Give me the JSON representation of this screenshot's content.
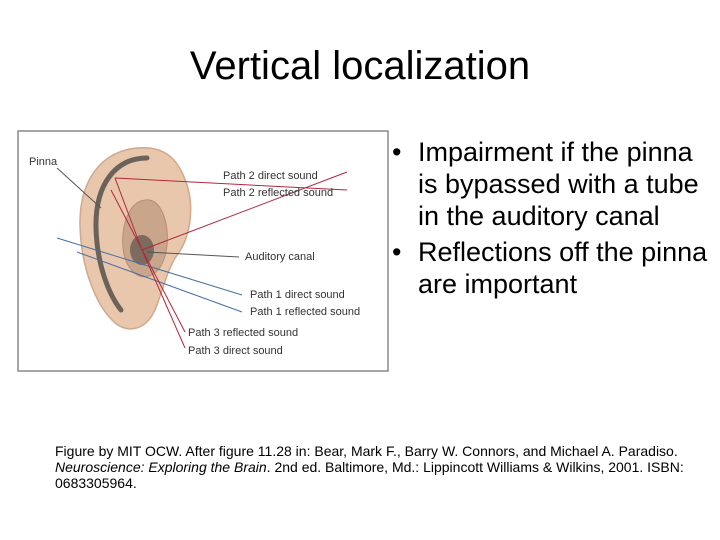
{
  "slide": {
    "title": "Vertical localization"
  },
  "bullets": [
    {
      "text": "Impairment if the pinna is bypassed with a tube in the auditory canal"
    },
    {
      "text": "Reflections off the pinna are important"
    }
  ],
  "figure": {
    "labels": {
      "pinna": "Pinna",
      "path2_direct": "Path 2 direct sound",
      "path2_reflected": "Path 2 reflected sound",
      "auditory_canal": "Auditory canal",
      "path1_direct": "Path 1 direct sound",
      "path1_reflected": "Path 1 reflected sound",
      "path3_reflected": "Path 3 reflected sound",
      "path3_direct": "Path 3 direct sound"
    },
    "colors": {
      "ear_skin": "#e9c7ad",
      "ear_inner": "#c9a58c",
      "path1": "#4a6fa5",
      "path2": "#b0283c",
      "path3": "#b0283c",
      "leader": "#555555"
    }
  },
  "caption": {
    "part1": "Figure by MIT OCW. After figure 11.28 in: Bear, Mark F., Barry W. Connors, and Michael A. Paradiso. ",
    "book_title": "Neuroscience: Exploring the Brain",
    "part2": ". 2nd ed. Baltimore, Md.: Lippincott Williams & Wilkins, 2001. ISBN: 0683305964."
  }
}
